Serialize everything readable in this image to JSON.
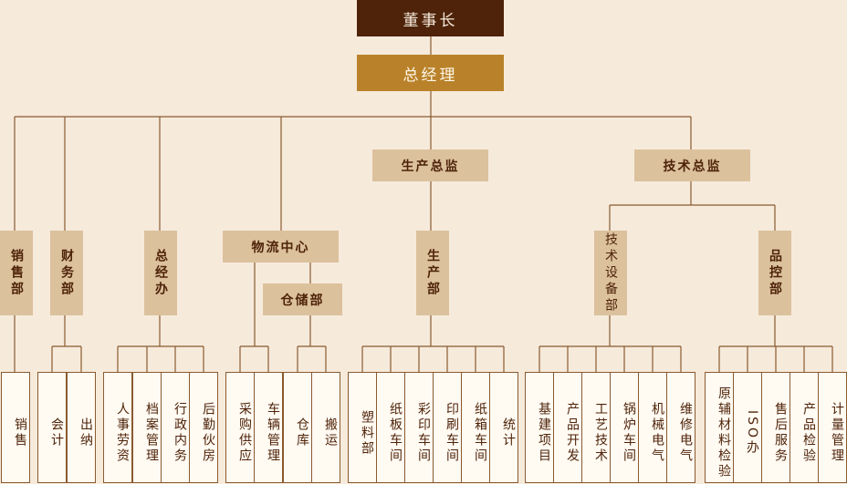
{
  "nodes": {
    "chairman": "董事长",
    "gm": "总经理",
    "production_director": "生产总监",
    "tech_director": "技术总监",
    "sales": "销售部",
    "finance": "财务部",
    "gm_office": "总经办",
    "logistics": "物流中心",
    "warehouse": "仓储部",
    "production": "生产部",
    "tech_equipment": "技术设备部",
    "quality": "品控部"
  },
  "leaves": {
    "sales": [
      "销售"
    ],
    "finance": [
      "会计",
      "出纳"
    ],
    "gm_office": [
      "人事劳资",
      "档案管理",
      "行政内务",
      "后勤伙房"
    ],
    "logistics": [
      "采购供应",
      "车辆管理"
    ],
    "warehouse": [
      "仓库",
      "搬运"
    ],
    "production": [
      "塑料部",
      "纸板车间",
      "彩印车间",
      "印刷车间",
      "纸箱车间",
      "统计"
    ],
    "tech_equipment": [
      "基建项目",
      "产品开发",
      "工艺技术",
      "锅炉车间",
      "机械电气",
      "维修电气"
    ],
    "quality": [
      "原辅材料检验",
      "ISO办",
      "售后服务",
      "产品检验",
      "计量管理"
    ]
  },
  "colors": {
    "top": "#4e2309",
    "second": "#b9822a",
    "mid": "#dcc19d",
    "line": "#8a5a2f",
    "background": "#f6eadb"
  }
}
